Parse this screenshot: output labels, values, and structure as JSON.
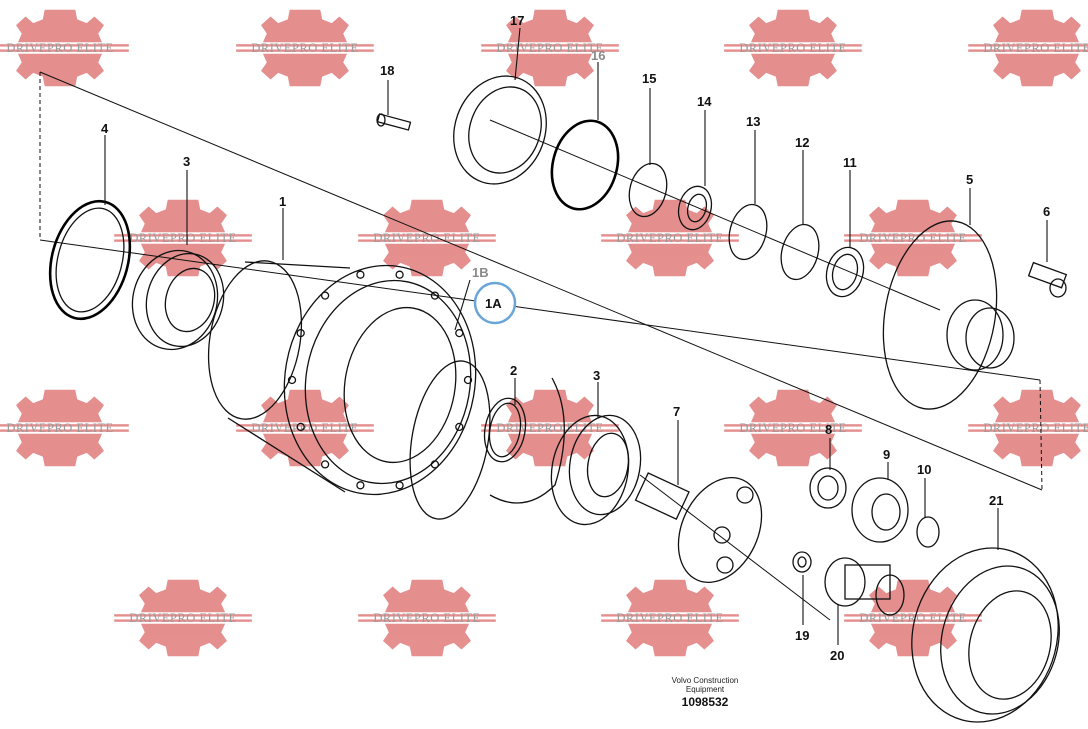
{
  "watermark": {
    "text": "DRIVEPRO ELITE",
    "color": "#e07b7b"
  },
  "callouts": {
    "p1": "1",
    "p1A": "1A",
    "p1B": "1B",
    "p2": "2",
    "p3a": "3",
    "p3b": "3",
    "p4": "4",
    "p5": "5",
    "p6": "6",
    "p7": "7",
    "p8": "8",
    "p9": "9",
    "p10": "10",
    "p11": "11",
    "p12": "12",
    "p13": "13",
    "p14": "14",
    "p15": "15",
    "p16": "16",
    "p17": "17",
    "p18": "18",
    "p19": "19",
    "p20": "20",
    "p21": "21"
  },
  "footer": {
    "line1": "Volvo Construction",
    "line2": "Equipment",
    "number": "1098532"
  },
  "colors": {
    "highlight_ring": "#6aa5d8",
    "watermark_gear": "#e07b7b"
  }
}
